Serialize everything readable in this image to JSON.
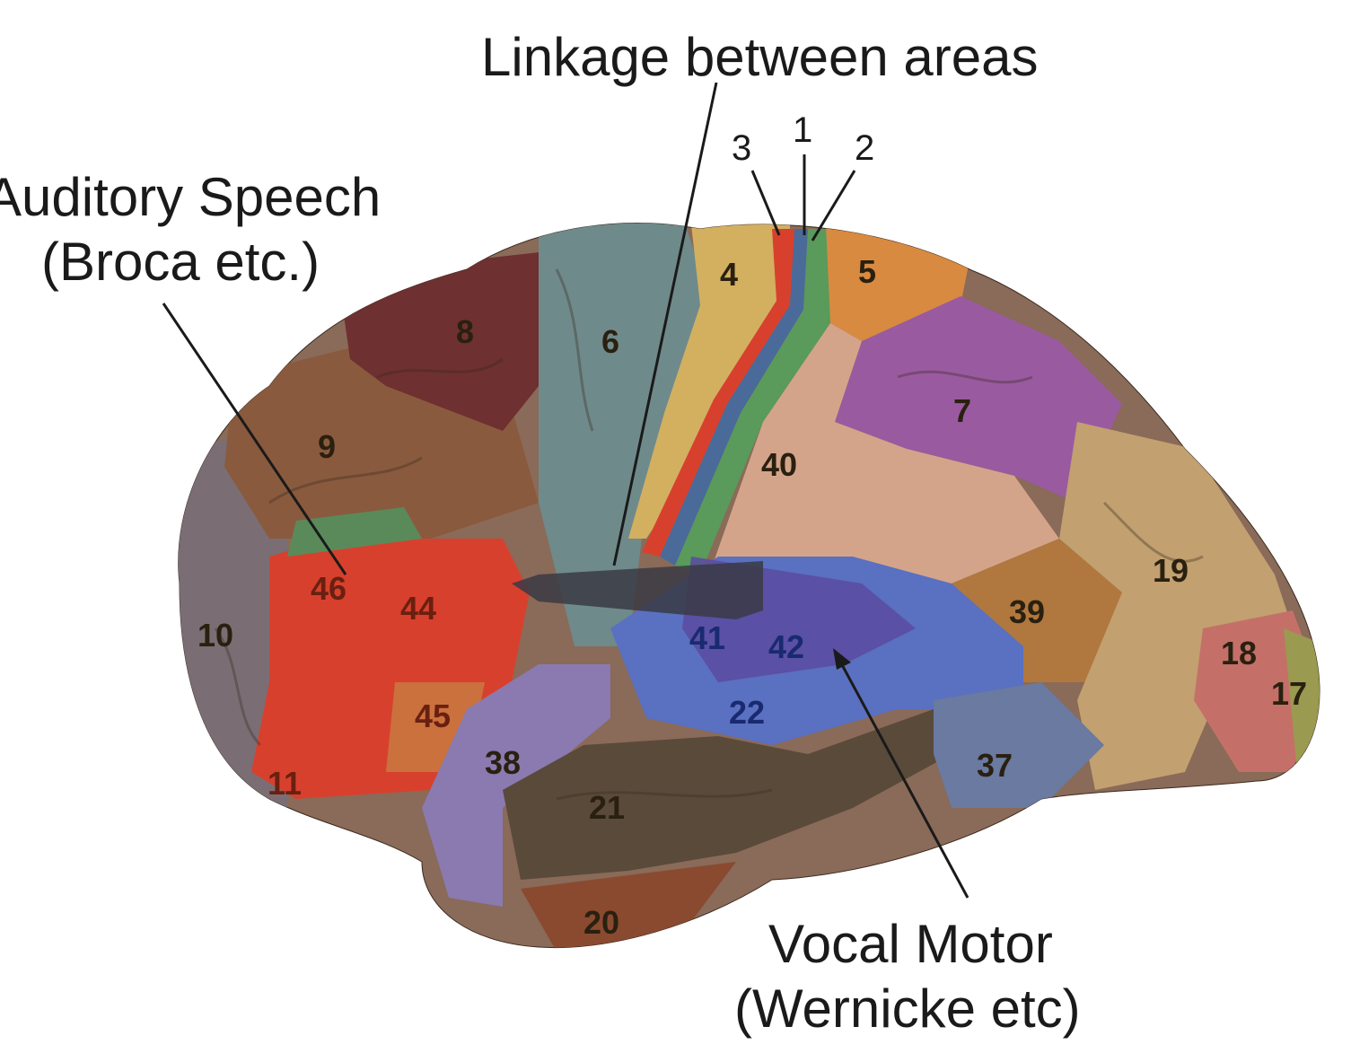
{
  "labels": {
    "linkage": "Linkage between areas",
    "auditory_line1": "Auditory Speech",
    "auditory_line2": "(Broca etc.)",
    "vocal_line1": "Vocal Motor",
    "vocal_line2": "(Wernicke etc)"
  },
  "areas": {
    "a1": "1",
    "a2": "2",
    "a3": "3",
    "a4": "4",
    "a5": "5",
    "a6": "6",
    "a7": "7",
    "a8": "8",
    "a9": "9",
    "a10": "10",
    "a11": "11",
    "a17": "17",
    "a18": "18",
    "a19": "19",
    "a20": "20",
    "a21": "21",
    "a22": "22",
    "a37": "37",
    "a38": "38",
    "a39": "39",
    "a40": "40",
    "a41": "41",
    "a42": "42",
    "a44": "44",
    "a45": "45",
    "a46": "46"
  },
  "colors": {
    "outline": "#3a2a20",
    "area_8": "#6e3030",
    "area_6": "#6f8a8a",
    "area_4": "#d2b060",
    "area_5": "#d88a40",
    "area_7": "#9a5aa0",
    "area_9": "#8a5a3e",
    "area_10": "#7a6e74",
    "area_broca": "#d8402e",
    "area_40": "#d4a48a",
    "area_39": "#b0783e",
    "area_19": "#c2a070",
    "area_18": "#c47068",
    "area_auditory": "#5a4aa0",
    "area_22": "#5a70c0",
    "area_21": "#5a4a3a",
    "area_38": "#8a7ab0",
    "area_37": "#6a7aa0",
    "area_20": "#8a4a30"
  }
}
